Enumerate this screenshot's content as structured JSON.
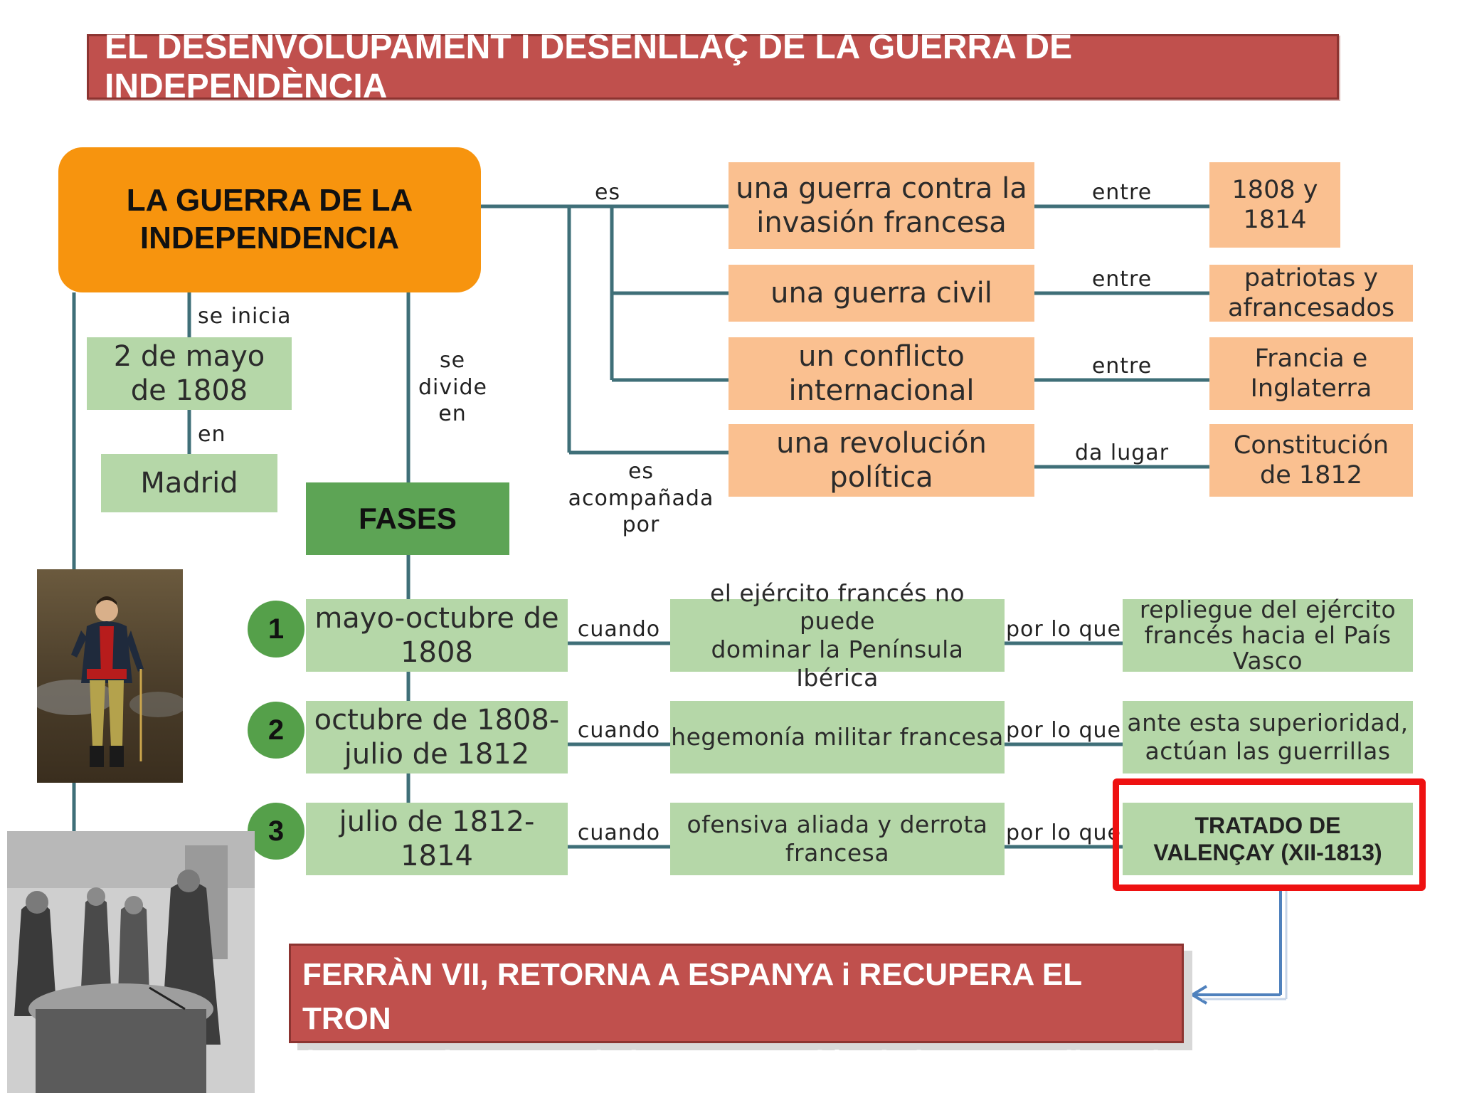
{
  "title": "EL DESENVOLUPAMENT I DESENLLAÇ DE LA GUERRA DE INDEPENDÈNCIA",
  "main": "LA GUERRA DE LA INDEPENDENCIA",
  "left": {
    "se_inicia": "se inicia",
    "date_line1": "2 de mayo",
    "date_line2": "de 1808",
    "en": "en",
    "place": "Madrid"
  },
  "se_divide_en": [
    "se",
    "divide",
    "en"
  ],
  "fases": "FASES",
  "es": "es",
  "es_acompanada_por": [
    "es",
    "acompañada",
    "por"
  ],
  "characteristics": [
    {
      "lines": [
        "una guerra contra la",
        "invasión francesa"
      ],
      "connector": "entre",
      "result": [
        "1808 y",
        "1814"
      ]
    },
    {
      "lines": [
        "una guerra civil"
      ],
      "connector": "entre",
      "result": [
        "patriotas y",
        "afrancesados"
      ]
    },
    {
      "lines": [
        "un conflicto",
        "internacional"
      ],
      "connector": "entre",
      "result": [
        "Francia e",
        "Inglaterra"
      ]
    },
    {
      "lines": [
        "una revolución",
        "política"
      ],
      "connector": "da lugar",
      "result": [
        "Constitución",
        "de 1812"
      ]
    }
  ],
  "phases": [
    {
      "num": "1",
      "period": [
        "mayo-octubre de",
        "1808"
      ],
      "cuando": "cuando",
      "desc": [
        "el ejército francés no puede",
        "dominar la Península Ibérica"
      ],
      "por_lo_que": "por lo que",
      "result": [
        "repliegue del ejército",
        "francés hacia el País",
        "Vasco"
      ]
    },
    {
      "num": "2",
      "period": [
        "octubre de 1808-",
        "julio de 1812"
      ],
      "cuando": "cuando",
      "desc": [
        "hegemonía militar francesa"
      ],
      "por_lo_que": "por lo que",
      "result": [
        "ante esta superioridad,",
        "actúan las guerrillas"
      ]
    },
    {
      "num": "3",
      "period": [
        "julio de 1812-",
        "1814"
      ],
      "cuando": "cuando",
      "desc": [
        "ofensiva aliada y derrota",
        "francesa"
      ],
      "por_lo_que": "por lo que",
      "result": [
        "TRATADO DE",
        "VALENÇAY (XII-1813)"
      ]
    }
  ],
  "bottom": {
    "line1": "FERRÀN VII, RETORNA A ESPANYA i RECUPERA EL TRON",
    "line2": "(context: l’ Europa de la Restauració I de la Santa Aliança)"
  },
  "images": [
    "portrait-painting",
    "treaty-engraving"
  ],
  "colors": {
    "banner": "#c0504d",
    "main": "#f7940e",
    "peach": "#fac090",
    "green": "#b5d7a8",
    "dark_green": "#5da455",
    "highlight": "#ee1111",
    "line": "#3f6f78"
  }
}
